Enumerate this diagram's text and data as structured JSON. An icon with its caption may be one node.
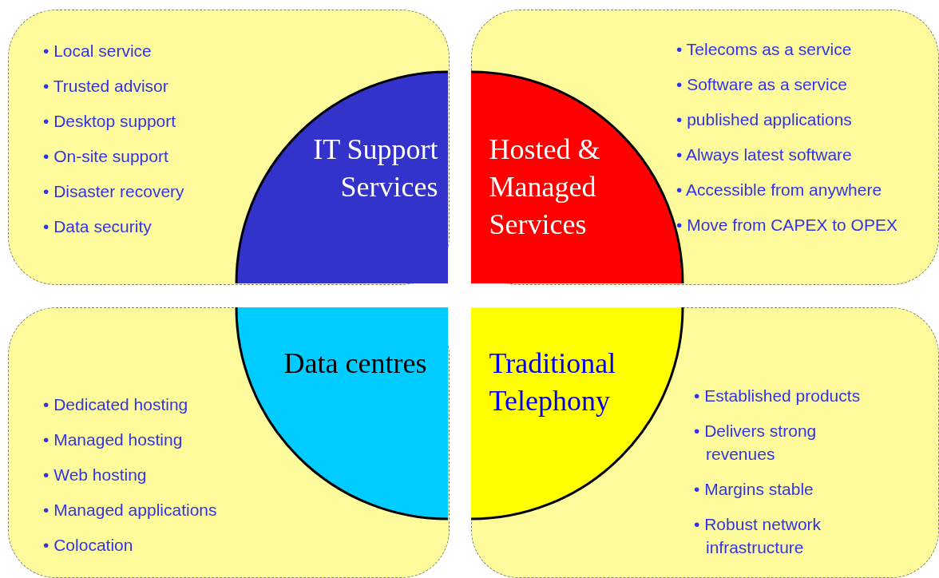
{
  "diagram": {
    "nodes": [
      {
        "text": [
          "• Local service",
          "• Trusted advisor",
          "• Desktop support",
          "• On-site support",
          "• Disaster recovery",
          "• Data security"
        ]
      },
      {
        "text": [
          "• Telecoms as a service",
          "• Software as a service",
          "• published applications",
          "• Always latest software",
          "• Accessible from anywhere",
          "• Move from CAPEX to OPEX"
        ]
      },
      {
        "text": [
          "IT Support Services"
        ],
        "in": 0
      },
      {
        "text": [
          "Hosted & Managed Services"
        ],
        "in": 1
      },
      {
        "text": [
          "• Dedicated hosting",
          "• Managed hosting",
          "• Web hosting",
          "• Managed applications",
          "• Colocation"
        ]
      },
      {
        "text": [
          "• Established products",
          "• Delivers strong revenues",
          "• Margins stable",
          "• Robust network infrastructure"
        ]
      },
      {
        "text": [
          "Data centres"
        ],
        "in": 4
      },
      {
        "text": [
          "Traditional Telephony"
        ],
        "in": 5
      }
    ]
  }
}
